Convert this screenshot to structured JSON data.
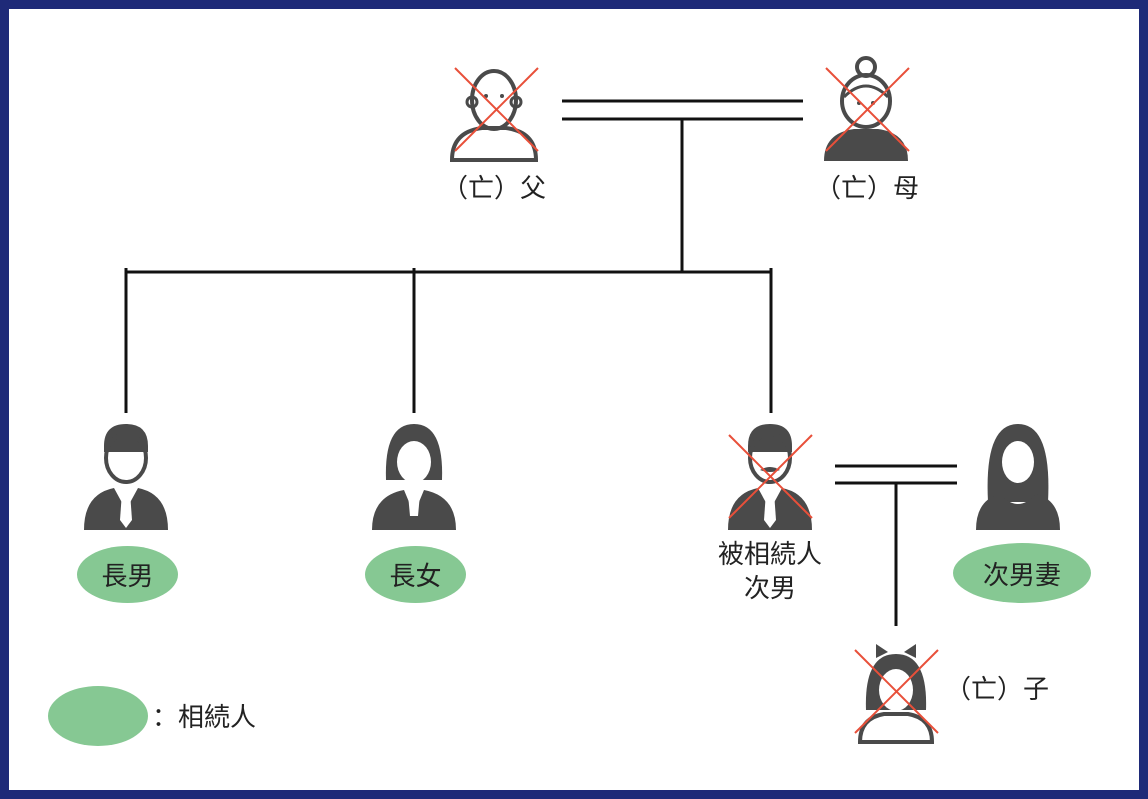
{
  "colors": {
    "frame": "#1e2a78",
    "heir_fill": "#86c893",
    "line": "#111111",
    "cross": "#e8503a",
    "figure": "#4a4a4a"
  },
  "people": {
    "father": {
      "label": "（亡）父",
      "deceased": true,
      "icon": "elderly-man-icon"
    },
    "mother": {
      "label": "（亡）母",
      "deceased": true,
      "icon": "elderly-woman-icon"
    },
    "eldest_son": {
      "label": "長男",
      "heir": true,
      "icon": "man-suit-icon"
    },
    "eldest_daughter": {
      "label": "長女",
      "heir": true,
      "icon": "woman-icon"
    },
    "second_son": {
      "label_line1": "被相続人",
      "label_line2": "次男",
      "deceased": true,
      "icon": "man-mustache-icon"
    },
    "second_son_wife": {
      "label": "次男妻",
      "heir": true,
      "icon": "woman-long-hair-icon"
    },
    "child": {
      "label": "（亡）子",
      "deceased": true,
      "icon": "girl-icon"
    }
  },
  "legend": {
    "text": "：相続人"
  }
}
